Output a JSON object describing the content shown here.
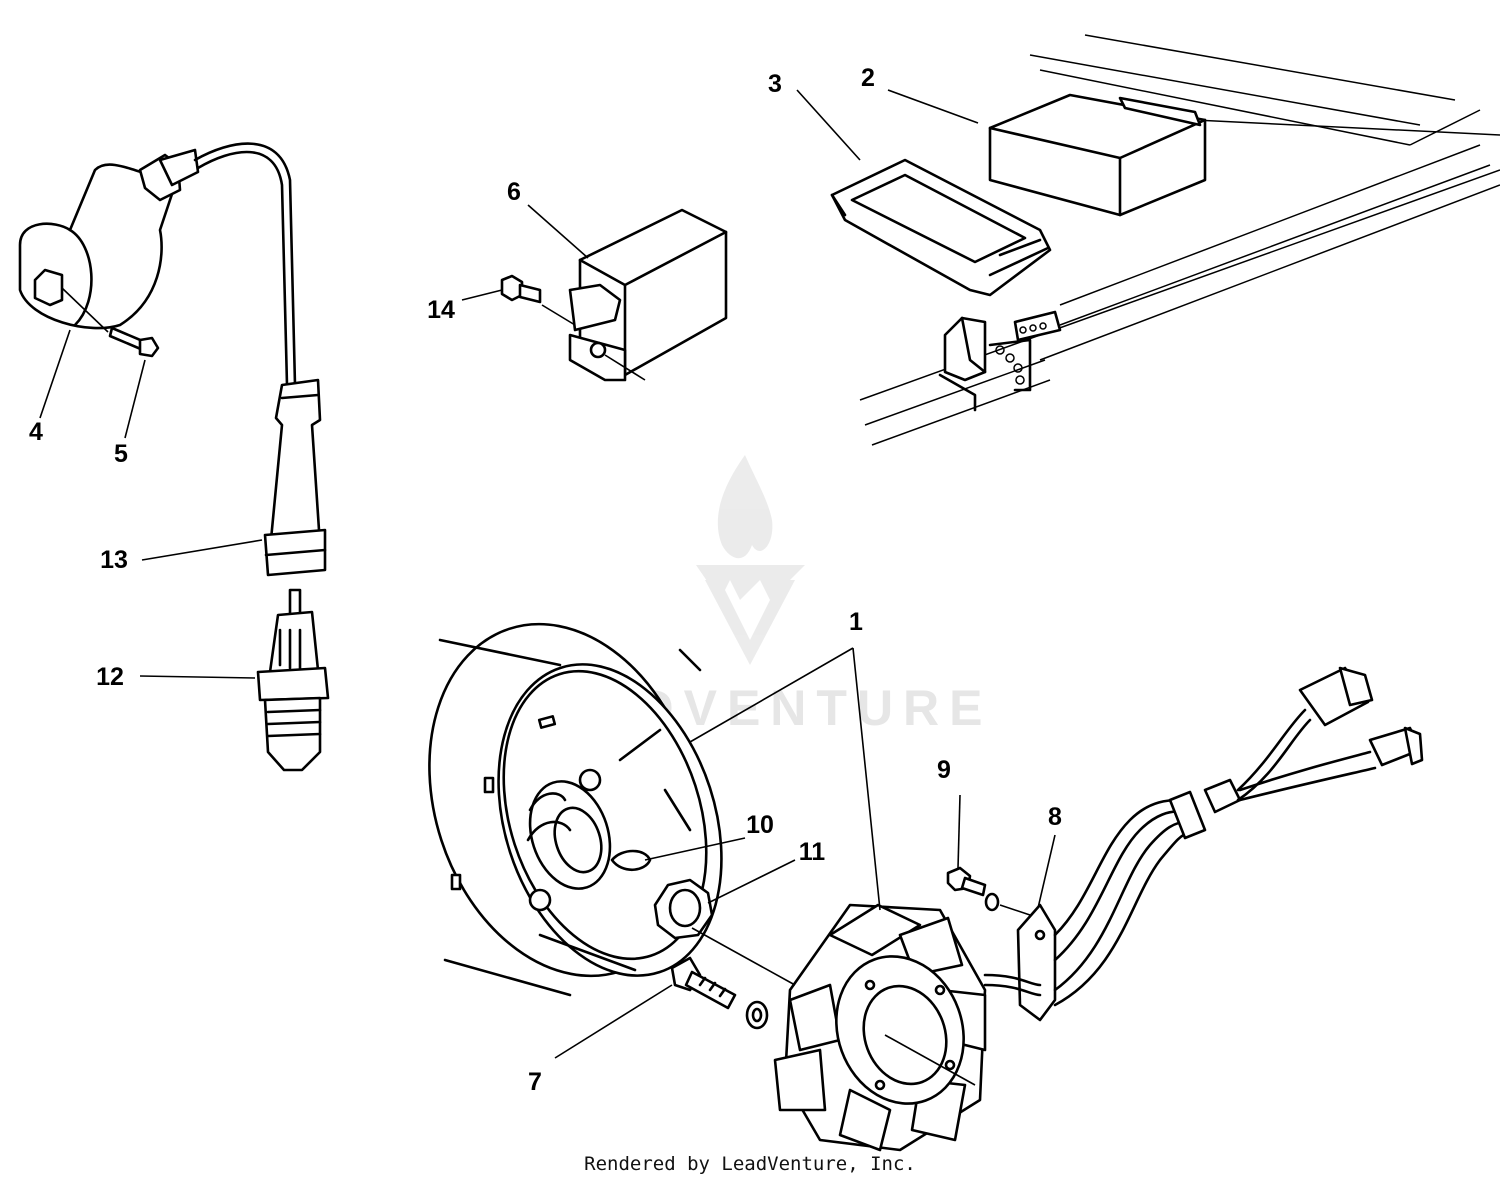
{
  "diagram": {
    "callouts": [
      {
        "id": "1",
        "text": "1"
      },
      {
        "id": "2",
        "text": "2"
      },
      {
        "id": "3",
        "text": "3"
      },
      {
        "id": "4",
        "text": "4"
      },
      {
        "id": "5",
        "text": "5"
      },
      {
        "id": "6",
        "text": "6"
      },
      {
        "id": "7",
        "text": "7"
      },
      {
        "id": "8",
        "text": "8"
      },
      {
        "id": "9",
        "text": "9"
      },
      {
        "id": "10",
        "text": "10"
      },
      {
        "id": "11",
        "text": "11"
      },
      {
        "id": "12",
        "text": "12"
      },
      {
        "id": "13",
        "text": "13"
      },
      {
        "id": "14",
        "text": "14"
      }
    ],
    "watermark": "LEADVENTURE",
    "credit": "Rendered by LeadVenture, Inc."
  },
  "colors": {
    "ink": "#000000",
    "background": "#ffffff",
    "watermark": "#e6e6e6"
  },
  "icons": [
    "leadventure-flame-logo"
  ]
}
